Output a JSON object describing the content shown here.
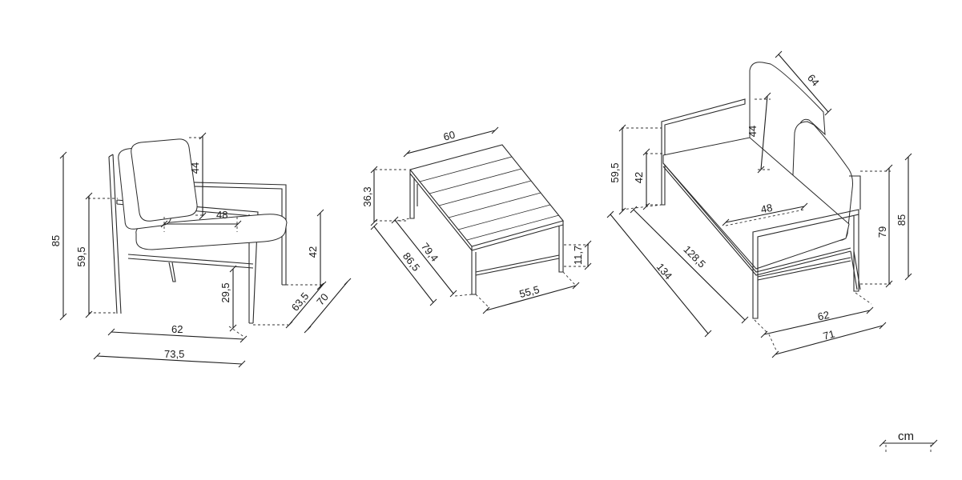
{
  "armchair": {
    "dims": {
      "height_total": "85",
      "seat_back_height": "59,5",
      "backrest_height": "44",
      "seat_depth": "48",
      "arm_height": "42",
      "seat_height": "29,5",
      "inner_width": "62",
      "outer_width": "73,5",
      "inner_depth": "63,5",
      "outer_depth": "70"
    }
  },
  "table": {
    "dims": {
      "width": "60",
      "height": "36,3",
      "inner_length": "79,4",
      "outer_length": "86,5",
      "inner_width": "55,5",
      "apron": "11,7"
    }
  },
  "sofa": {
    "dims": {
      "back_depth": "64",
      "backrest_height": "44",
      "seat_back_height": "59,5",
      "arm_height_left": "42",
      "seat_depth": "48",
      "inner_length": "128,5",
      "outer_length": "134",
      "arm_height": "79",
      "height_total": "85",
      "inner_width": "62",
      "outer_width": "71"
    }
  },
  "unit": "cm"
}
